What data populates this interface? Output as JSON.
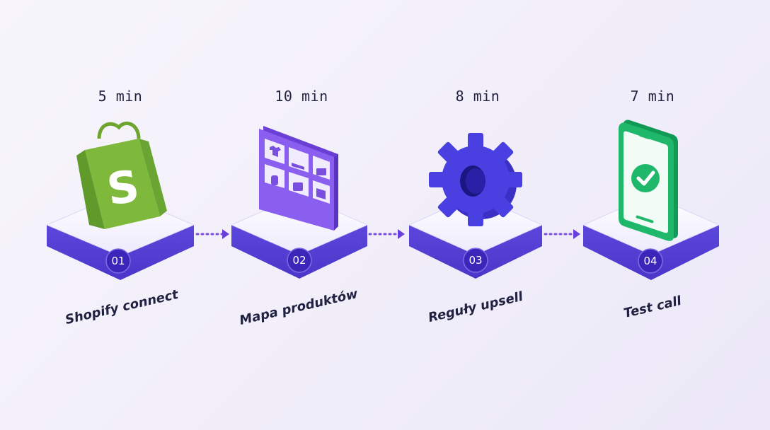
{
  "steps": [
    {
      "number": "01",
      "duration": "5 min",
      "label": "Shopify connect",
      "icon": "shopify-bag-icon",
      "color": "#8cc63f"
    },
    {
      "number": "02",
      "duration": "10 min",
      "label": "Mapa produktów",
      "icon": "product-grid-icon",
      "color": "#7a4fe0"
    },
    {
      "number": "03",
      "duration": "8 min",
      "label": "Reguły upsell",
      "icon": "gear-icon",
      "color": "#4b3fe0"
    },
    {
      "number": "04",
      "duration": "7 min",
      "label": "Test call",
      "icon": "phone-check-icon",
      "color": "#1fb86a"
    }
  ],
  "colors": {
    "accent": "#5b3fd9",
    "platform_side": "#5a45dc",
    "connector": "#7a4fe0"
  }
}
